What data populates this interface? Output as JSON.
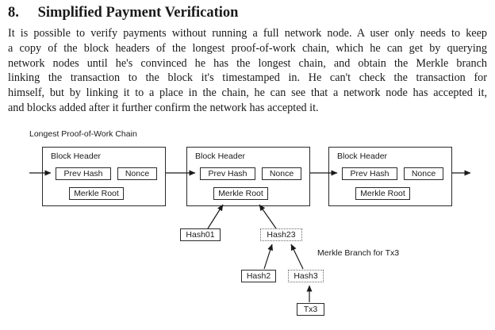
{
  "colors": {
    "ink": "#1a1a1a",
    "background": "#ffffff",
    "dotted_border": "#666666"
  },
  "section": {
    "number": "8.",
    "title": "Simplified Payment Verification"
  },
  "paragraph": {
    "lines": [
      "It is possible to verify payments without running a full network node.  A user only needs to keep",
      "a copy of the block headers of the longest proof-of-work chain, which he can get by querying",
      "network nodes until he's convinced he has the longest chain, and obtain the Merkle branch",
      "linking the transaction to the block it's timestamped in.  He can't check the transaction for",
      "himself, but by linking it to a place in the chain, he can see that a network node has accepted it,",
      "and blocks added after it further confirm the network has accepted it."
    ]
  },
  "diagram": {
    "chain_label": "Longest Proof-of-Work Chain",
    "merkle_branch_label": "Merkle Branch for Tx3",
    "blocks": [
      {
        "header": "Block Header",
        "prev_hash": "Prev Hash",
        "nonce": "Nonce",
        "merkle_root": "Merkle Root"
      },
      {
        "header": "Block Header",
        "prev_hash": "Prev Hash",
        "nonce": "Nonce",
        "merkle_root": "Merkle Root"
      },
      {
        "header": "Block Header",
        "prev_hash": "Prev Hash",
        "nonce": "Nonce",
        "merkle_root": "Merkle Root"
      }
    ],
    "merkle_tree": {
      "hash01": "Hash01",
      "hash23": "Hash23",
      "hash2": "Hash2",
      "hash3": "Hash3",
      "tx3": "Tx3"
    }
  }
}
